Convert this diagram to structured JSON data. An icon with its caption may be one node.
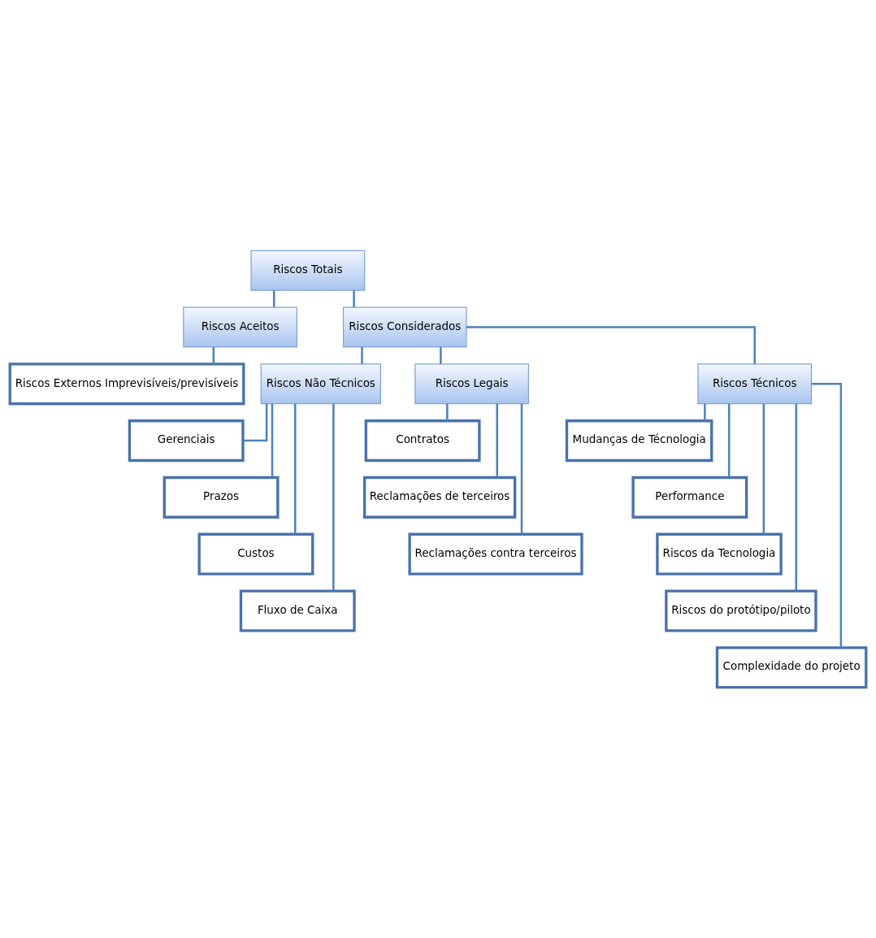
{
  "diagram": {
    "nodes": [
      {
        "text": [
          "Riscos Totais"
        ]
      },
      {
        "text": [
          "Riscos Aceitos"
        ]
      },
      {
        "text": [
          "Riscos Considerados"
        ]
      },
      {
        "text": [
          "Riscos Externos Imprevisíveis/previsíveis"
        ]
      },
      {
        "text": [
          "Riscos Não Técnicos"
        ]
      },
      {
        "text": [
          "Riscos Legais"
        ]
      },
      {
        "text": [
          "Riscos Técnicos"
        ]
      },
      {
        "text": [
          "Gerenciais"
        ]
      },
      {
        "text": [
          "Prazos"
        ]
      },
      {
        "text": [
          "Custos"
        ]
      },
      {
        "text": [
          "Fluxo de Caixa"
        ]
      },
      {
        "text": [
          "Contratos"
        ]
      },
      {
        "text": [
          "Reclamações de terceiros"
        ]
      },
      {
        "text": [
          "Reclamações contra terceiros"
        ]
      },
      {
        "text": [
          "Mudanças de Técnologia"
        ]
      },
      {
        "text": [
          "Performance"
        ]
      },
      {
        "text": [
          "Riscos da Tecnologia"
        ]
      },
      {
        "text": [
          "Riscos do protótipo/piloto"
        ]
      },
      {
        "text": [
          "Complexidade do projeto"
        ]
      }
    ],
    "edges": [
      {
        "from": 0,
        "to": 1,
        "arrow": "none"
      },
      {
        "from": 0,
        "to": 2,
        "arrow": "none"
      },
      {
        "from": 1,
        "to": 3,
        "arrow": "none"
      },
      {
        "from": 2,
        "to": 4,
        "arrow": "none"
      },
      {
        "from": 2,
        "to": 5,
        "arrow": "none"
      },
      {
        "from": 2,
        "to": 6,
        "arrow": "none"
      },
      {
        "from": 4,
        "to": 7,
        "arrow": "none"
      },
      {
        "from": 4,
        "to": 8,
        "arrow": "none"
      },
      {
        "from": 4,
        "to": 9,
        "arrow": "none"
      },
      {
        "from": 4,
        "to": 10,
        "arrow": "none"
      },
      {
        "from": 5,
        "to": 11,
        "arrow": "none"
      },
      {
        "from": 5,
        "to": 12,
        "arrow": "none"
      },
      {
        "from": 5,
        "to": 13,
        "arrow": "none"
      },
      {
        "from": 6,
        "to": 14,
        "arrow": "none"
      },
      {
        "from": 6,
        "to": 15,
        "arrow": "none"
      },
      {
        "from": 6,
        "to": 16,
        "arrow": "none"
      },
      {
        "from": 6,
        "to": 17,
        "arrow": "none"
      },
      {
        "from": 6,
        "to": 18,
        "arrow": "none"
      }
    ]
  }
}
